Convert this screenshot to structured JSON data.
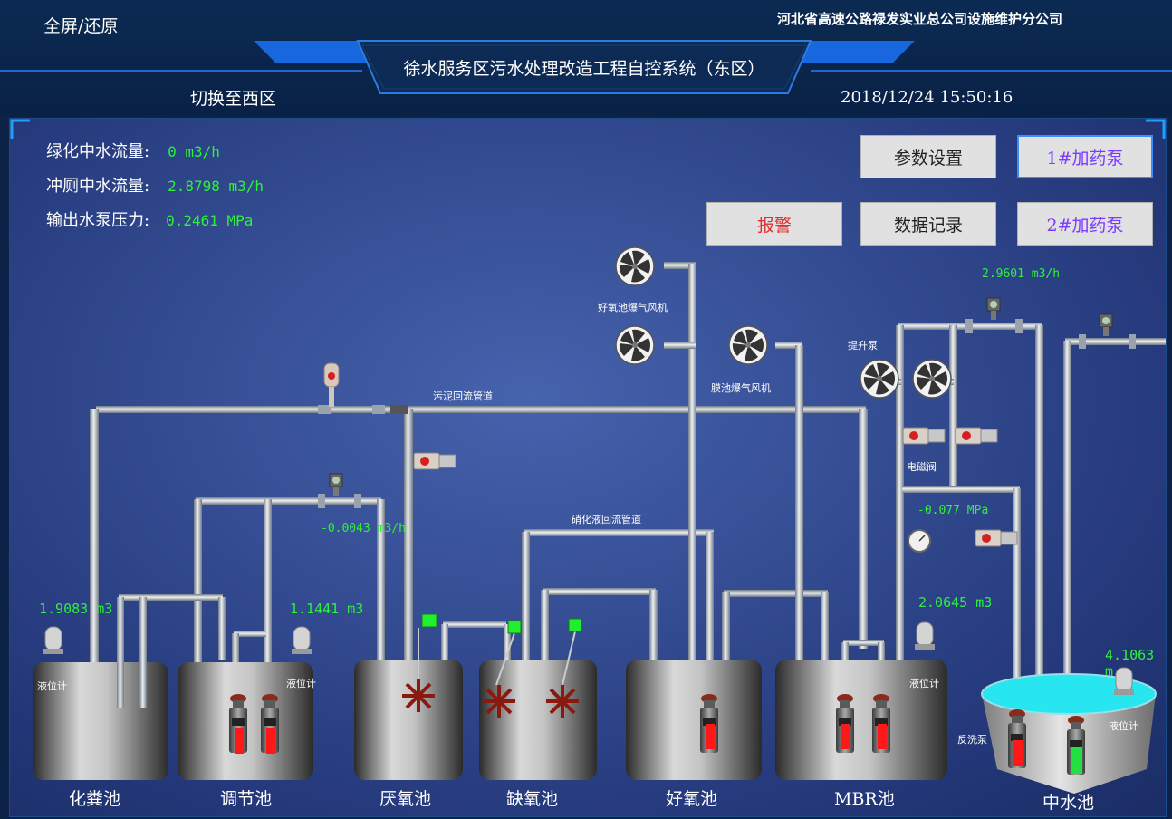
{
  "header": {
    "fullscreen_label": "全屏/还原",
    "company": "河北省高速公路禄发实业总公司设施维护分公司",
    "title": "徐水服务区污水处理改造工程自控系统（东区）",
    "switch_label": "切换至西区",
    "datetime": "2018/12/24 15:50:16"
  },
  "readouts": [
    {
      "label": "绿化中水流量:",
      "value": "0 m3/h"
    },
    {
      "label": "冲厕中水流量:",
      "value": "2.8798 m3/h"
    },
    {
      "label": "输出水泵压力:",
      "value": "0.2461 MPa"
    }
  ],
  "buttons": {
    "params": "参数设置",
    "pump1": "1#加药泵",
    "alarm": "报警",
    "records": "数据记录",
    "pump2": "2#加药泵"
  },
  "tanks": {
    "t1": "化粪池",
    "t2": "调节池",
    "t3": "厌氧池",
    "t4": "缺氧池",
    "t5": "好氧池",
    "t6": "MBR池",
    "t7": "中水池"
  },
  "values": {
    "level1": "1.9083 m3",
    "level2": "1.1441 m3",
    "flow_regulate": "-0.0043 m3/h",
    "level_mbr": "2.0645 m3",
    "level_mid": "4.1063 m",
    "flow_top": "2.9601 m3/h",
    "pressure_mbr": "-0.077 MPa"
  },
  "labels": {
    "sludge_pipe": "污泥回流管道",
    "nitrate_pipe": "硝化液回流管道",
    "aerobic_blower": "好氧池爆气风机",
    "membrane_blower": "膜池爆气风机",
    "lift_pump": "提升泵",
    "solenoid_valve": "电磁阀",
    "level_meter": "液位计",
    "backwash_pump": "反洗泵"
  },
  "colors": {
    "accent_green": "#2ef03c",
    "alarm_red": "#e03030",
    "pump_purple": "#7a3aff",
    "water_cyan": "#28e6f0"
  }
}
